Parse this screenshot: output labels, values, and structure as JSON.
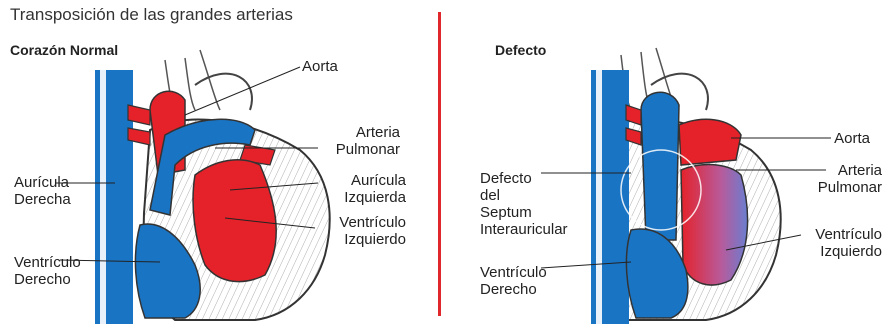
{
  "title": "Transposición de las grandes arterias",
  "colors": {
    "divider": "#e0272c",
    "oxygenated": "#e5222a",
    "deoxygenated": "#1a74c4"
  },
  "normal": {
    "heading": "Corazón Normal",
    "labels": {
      "aorta": "Aorta",
      "arteria_pulmonar": "Arteria\nPulmonar",
      "auricula_derecha": "Aurícula\nDerecha",
      "auricula_izquierda": "Aurícula\nIzquierda",
      "ventriculo_izquierdo": "Ventrículo\nIzquierdo",
      "ventriculo_derecho": "Ventrículo\nDerecho"
    }
  },
  "defect": {
    "heading": "Defecto",
    "labels": {
      "aorta": "Aorta",
      "arteria_pulmonar": "Arteria\nPulmonar",
      "defecto_septum": "Defecto\ndel\nSeptum\nInterauricular",
      "ventriculo_izquierdo": "Ventrículo\nIzquierdo",
      "ventriculo_derecho": "Ventrículo\nDerecho"
    }
  }
}
